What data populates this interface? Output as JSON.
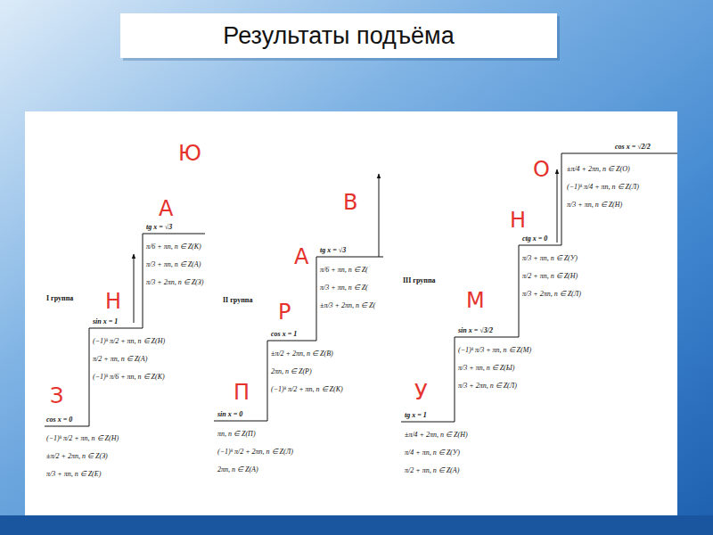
{
  "diagram": {
    "title": "Результаты подъёма",
    "labels": [
      "I группа",
      "cos x = 0",
      "(−1)ᵏ π/2 + πn, n ∈ Z(Н)",
      "±π/2 + 2πn, n ∈ Z(З)",
      "π/3 + πn, n ∈ Z(Е)",
      "З",
      "sin x = 1",
      "(−1)ᵏ π/2 + πn, n ∈ Z(Н)",
      "π/2 + πn, n ∈ Z(А)",
      "(−1)ᵏ π/6 + πn, n ∈ Z(К)",
      "Н",
      "tg x = √3",
      "π/6 + πn, n ∈ Z(К)",
      "π/3 + πn, n ∈ Z(А)",
      "π/3 + 2πn, n ∈ Z(З)",
      "А",
      "Ю",
      "II группа",
      "sin x = 0",
      "πn, n ∈ Z(П)",
      "(−1)ᵏ π/2 + 2πn, n ∈ Z(Л)",
      "2πn, n ∈ Z(А)",
      "П",
      "cos x = 1",
      "±π/2 + 2πn, n ∈ Z(В)",
      "2πn, n ∈ Z(Р)",
      "(−1)ᵏ π/2 + πn, n ∈ Z(К)",
      "Р",
      "tg x = √3",
      "π/6 + πn, n ∈ Z(",
      "π/3 + πn, n ∈ Z(",
      "±π/3 + 2πn, n ∈ Z(",
      "А",
      "В",
      "III группа",
      "tg x = 1",
      "±π/4 + 2πn, n ∈ Z(Н)",
      "π/4 + πn, n ∈ Z(У)",
      "π/2 + πn, n ∈ Z(А)",
      "У",
      "sin x = √3/2",
      "(−1)ᵏ π/3 + πn, n ∈ Z(М)",
      "π/3 + πn, n ∈ Z(Ы)",
      "π/3 + 2πn, n ∈ Z(Л)",
      "М",
      "ctg x = 0",
      "π/3 + πn, n ∈ Z(У)",
      "π/2 + πn, n ∈ Z(Н)",
      "π/3 + 2πn, n ∈ Z(Л)",
      "Н",
      "cos x = √2/2",
      "±π/4 + 2πn, n ∈ Z(О)",
      "(−1)ᵏ π/4 + πn, n ∈ Z(Л)",
      "π/3 + πn, n ∈ Z(Н)",
      "О"
    ]
  }
}
